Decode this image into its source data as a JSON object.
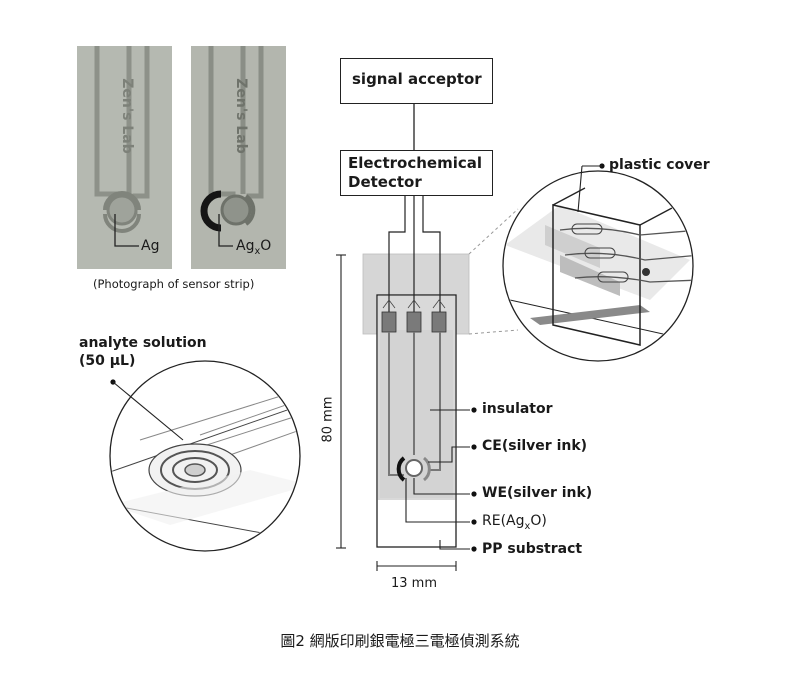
{
  "photos": {
    "left_brand": "Zen's Lab",
    "right_brand": "Zen's Lab",
    "label_ag": "Ag",
    "label_agxo_main": "Ag",
    "label_agxo_sub": "x",
    "label_agxo_tail": "O",
    "caption": "(Photograph of sensor strip)"
  },
  "blocks": {
    "signal_acceptor": "signal acceptor",
    "detector_line1": "Electrochemical",
    "detector_line2": "Detector"
  },
  "labels": {
    "plastic_cover": "plastic cover",
    "analyte_line1": "analyte solution",
    "analyte_line2": "(50 µL)",
    "insulator": "insulator",
    "ce": "CE(silver ink)",
    "we": "WE(silver ink)",
    "re_main": "RE(Ag",
    "re_sub": "x",
    "re_tail": "O)",
    "pp": "PP substract",
    "dim_height": "80 mm",
    "dim_width": "13 mm"
  },
  "figure_caption": "圖2 網版印刷銀電極三電極偵測系統",
  "colors": {
    "photo_bg": "#b7bab3",
    "highlight_grey": "#cfcfcf",
    "line": "#222222"
  }
}
